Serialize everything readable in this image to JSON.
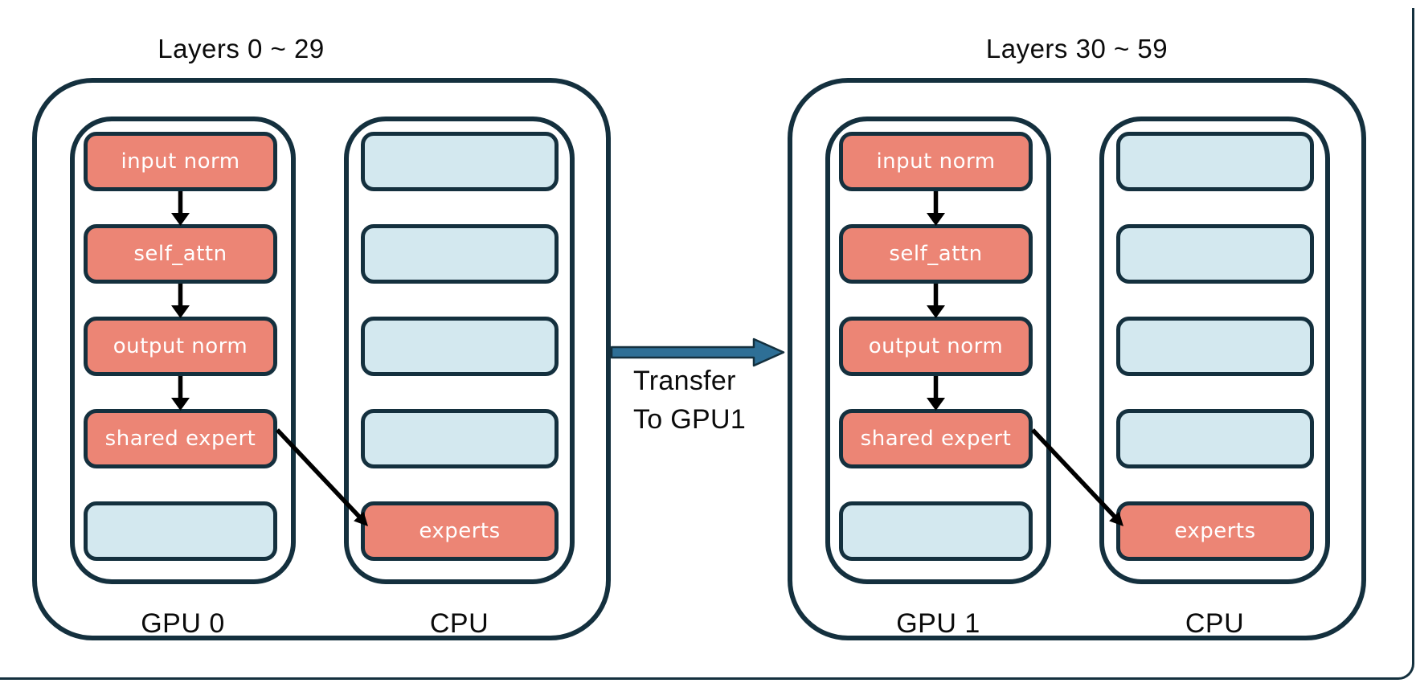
{
  "colors": {
    "stroke": "#14303e",
    "salmon": "#ec8575",
    "light_blue": "#d3e8ef",
    "arrow_blue": "#2e6f96",
    "box_text": "#ffffff",
    "label_text": "#0b0b0b"
  },
  "transfer": {
    "line1": "Transfer",
    "line2": "To GPU1"
  },
  "groups": [
    {
      "title": "Layers 0 ~ 29",
      "device_label": "GPU 0",
      "host_label": "CPU",
      "gpu_boxes": [
        {
          "label": "input norm",
          "filled": true
        },
        {
          "label": "self_attn",
          "filled": true
        },
        {
          "label": "output norm",
          "filled": true
        },
        {
          "label": "shared expert",
          "filled": true
        },
        {
          "label": "",
          "filled": false
        }
      ],
      "cpu_boxes": [
        {
          "label": "",
          "filled": false
        },
        {
          "label": "",
          "filled": false
        },
        {
          "label": "",
          "filled": false
        },
        {
          "label": "",
          "filled": false
        },
        {
          "label": "experts",
          "filled": true
        }
      ]
    },
    {
      "title": "Layers 30 ~ 59",
      "device_label": "GPU 1",
      "host_label": "CPU",
      "gpu_boxes": [
        {
          "label": "input norm",
          "filled": true
        },
        {
          "label": "self_attn",
          "filled": true
        },
        {
          "label": "output norm",
          "filled": true
        },
        {
          "label": "shared expert",
          "filled": true
        },
        {
          "label": "",
          "filled": false
        }
      ],
      "cpu_boxes": [
        {
          "label": "",
          "filled": false
        },
        {
          "label": "",
          "filled": false
        },
        {
          "label": "",
          "filled": false
        },
        {
          "label": "",
          "filled": false
        },
        {
          "label": "experts",
          "filled": true
        }
      ]
    }
  ]
}
